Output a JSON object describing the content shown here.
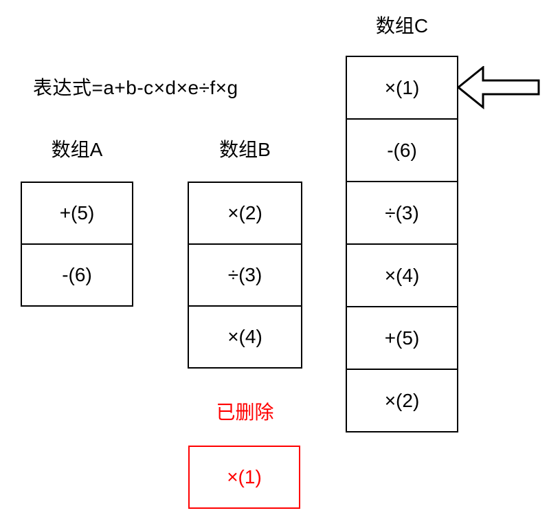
{
  "expression": {
    "text": "表达式=a+b-c×d×e÷f×g"
  },
  "arrays": {
    "a": {
      "label": "数组A",
      "cells": [
        "+(5)",
        "-(6)"
      ]
    },
    "b": {
      "label": "数组B",
      "cells": [
        "×(2)",
        "÷(3)",
        "×(4)"
      ]
    },
    "c": {
      "label": "数组C",
      "cells": [
        "×(1)",
        "-(6)",
        "÷(3)",
        "×(4)",
        "+(5)",
        "×(2)"
      ]
    }
  },
  "deleted": {
    "label": "已删除",
    "cells": [
      "×(1)"
    ]
  },
  "pointer": {
    "icon": "left-block-arrow"
  },
  "colors": {
    "ink": "#000000",
    "deleted": "#ff0000",
    "background": "#ffffff"
  }
}
